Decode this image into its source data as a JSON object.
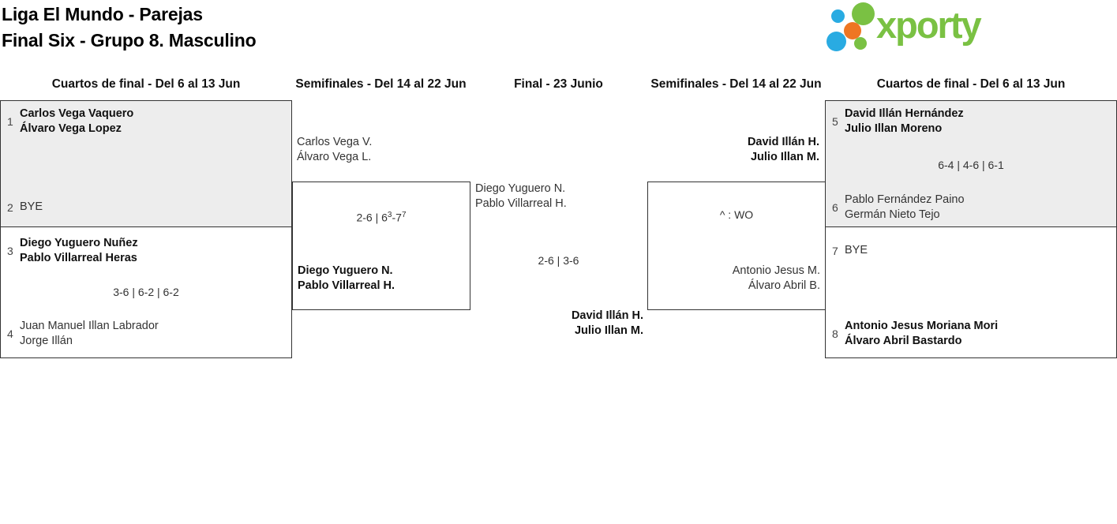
{
  "title": {
    "line1": "Liga El Mundo - Parejas",
    "line2": "Final Six - Grupo 8. Masculino"
  },
  "logo": {
    "text": "xporty",
    "colors": {
      "green": "#7ac143",
      "blue": "#29abe2",
      "orange": "#ee7623"
    }
  },
  "round_headers": {
    "qf_left": "Cuartos de final - Del 6 al 13 Jun",
    "sf_left": "Semifinales - Del 14 al 22 Jun",
    "final": "Final - 23 Junio",
    "sf_right": "Semifinales - Del 14 al 22 Jun",
    "qf_right": "Cuartos de final - Del 6 al 13 Jun"
  },
  "matches": {
    "qf1": {
      "seed_top": "1",
      "top1": "Carlos Vega Vaquero",
      "top2": "Álvaro Vega Lopez",
      "seed_bottom": "2",
      "bottom1": "BYE",
      "bottom2": ""
    },
    "qf2": {
      "seed_top": "3",
      "top1": "Diego Yuguero Nuñez",
      "top2": "Pablo Villarreal Heras",
      "score": "3-6 | 6-2 | 6-2",
      "seed_bottom": "4",
      "bottom1": "Juan Manuel Illan Labrador",
      "bottom2": "Jorge Illán"
    },
    "sf1": {
      "top1": "Carlos Vega V.",
      "top2": "Álvaro Vega L.",
      "score_a": "2-6 | 6",
      "score_sup1": "3",
      "score_b": "-7",
      "score_sup2": "7",
      "bottom1": "Diego Yuguero N.",
      "bottom2": "Pablo Villarreal H."
    },
    "final": {
      "top1": "Diego Yuguero N.",
      "top2": "Pablo Villarreal H.",
      "score": "2-6 | 3-6",
      "bottom1": "David Illán H.",
      "bottom2": "Julio Illan M."
    },
    "sf2": {
      "top1": "David Illán H.",
      "top2": "Julio Illan M.",
      "score": "^ : WO",
      "bottom1": "Antonio Jesus M.",
      "bottom2": "Álvaro Abril B."
    },
    "qf3": {
      "seed_top": "5",
      "top1": "David Illán Hernández",
      "top2": "Julio Illan Moreno",
      "score": "6-4 | 4-6 | 6-1",
      "seed_bottom": "6",
      "bottom1": "Pablo Fernández Paino",
      "bottom2": "Germán Nieto Tejo"
    },
    "qf4": {
      "seed_top": "7",
      "top1": "BYE",
      "top2": "",
      "seed_bottom": "8",
      "bottom1": "Antonio Jesus Moriana Mori",
      "bottom2": "Álvaro Abril Bastardo"
    }
  }
}
